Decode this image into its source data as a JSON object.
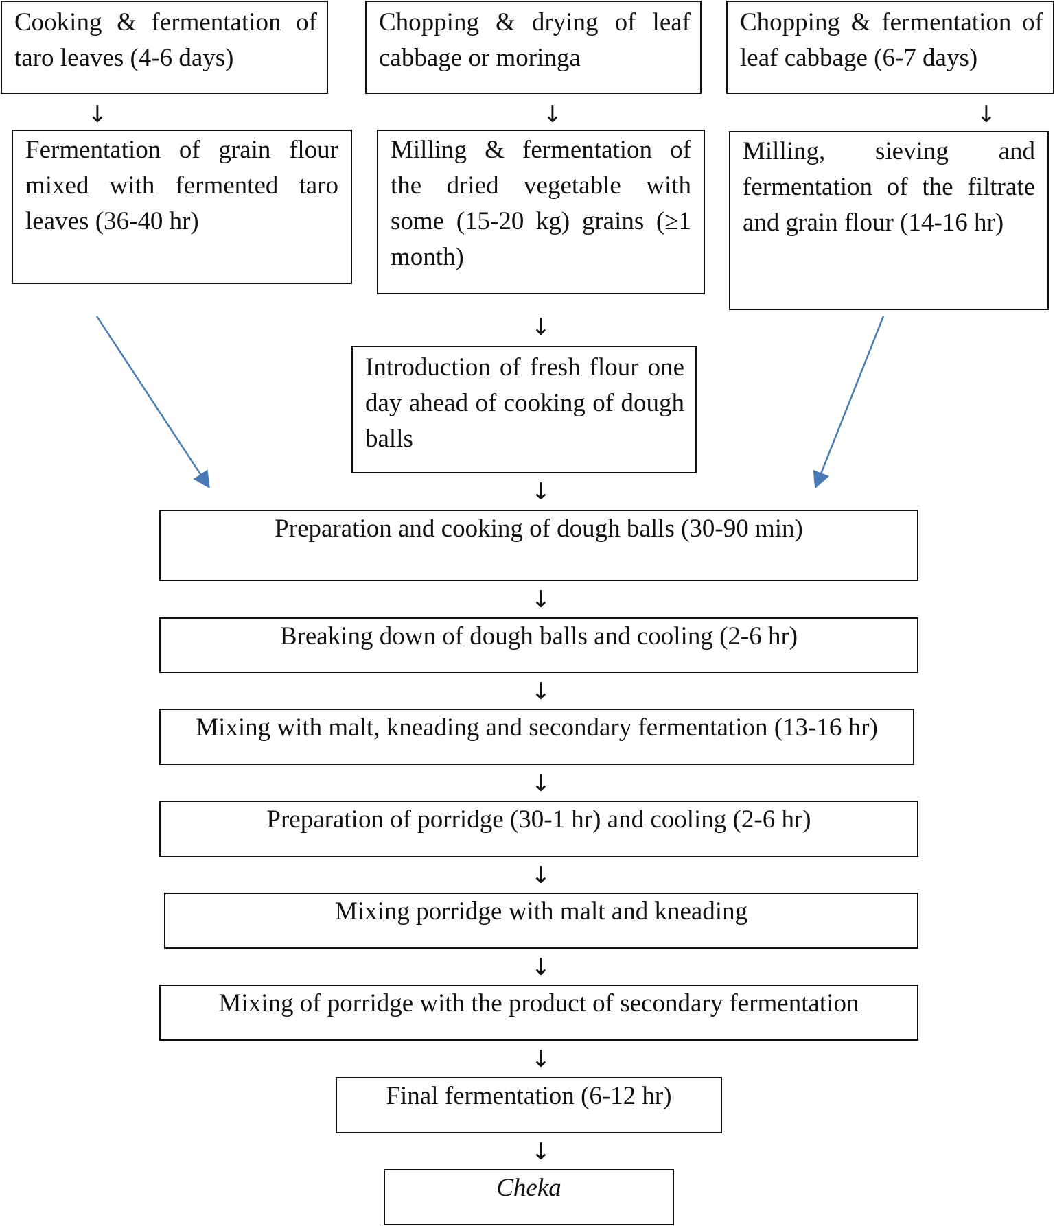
{
  "steps": {
    "taro_cooking": "Cooking & fermentation of taro leaves (4-6 days)",
    "cabbage_chopping_drying": "Chopping & drying of leaf cabbage or moringa",
    "cabbage_chopping_fermentation": "Chopping & fermentation of leaf cabbage (6-7 days)",
    "grain_flour_fermentation": "Fermentation of grain flour mixed with fermented taro leaves (36-40 hr)",
    "milling_dried_vegetable": "Milling & fermentation of the dried vegetable with some (15-20 kg) grains (≥1 month)",
    "milling_sieving_filtrate": "Milling, sieving and fermentation of the filtrate and grain flour (14-16 hr)",
    "fresh_flour": "Introduction of fresh flour one day ahead of cooking of dough balls",
    "dough_balls": "Preparation and cooking of dough balls (30-90 min)",
    "breaking_down": "Breaking down of dough balls and cooling (2-6 hr)",
    "mixing_malt": "Mixing with malt, kneading and secondary fermentation (13-16 hr)",
    "porridge": "Preparation of porridge (30-1 hr) and cooling (2-6 hr)",
    "porridge_malt": "Mixing porridge with malt and kneading",
    "porridge_secondary": "Mixing of porridge with the product of secondary fermentation",
    "final_fermentation": "Final fermentation (6-12 hr)",
    "product": "Cheka"
  },
  "arrow_glyph": "↓",
  "colors": {
    "line": "#111111",
    "side_arrow": "#4a7ab5"
  }
}
